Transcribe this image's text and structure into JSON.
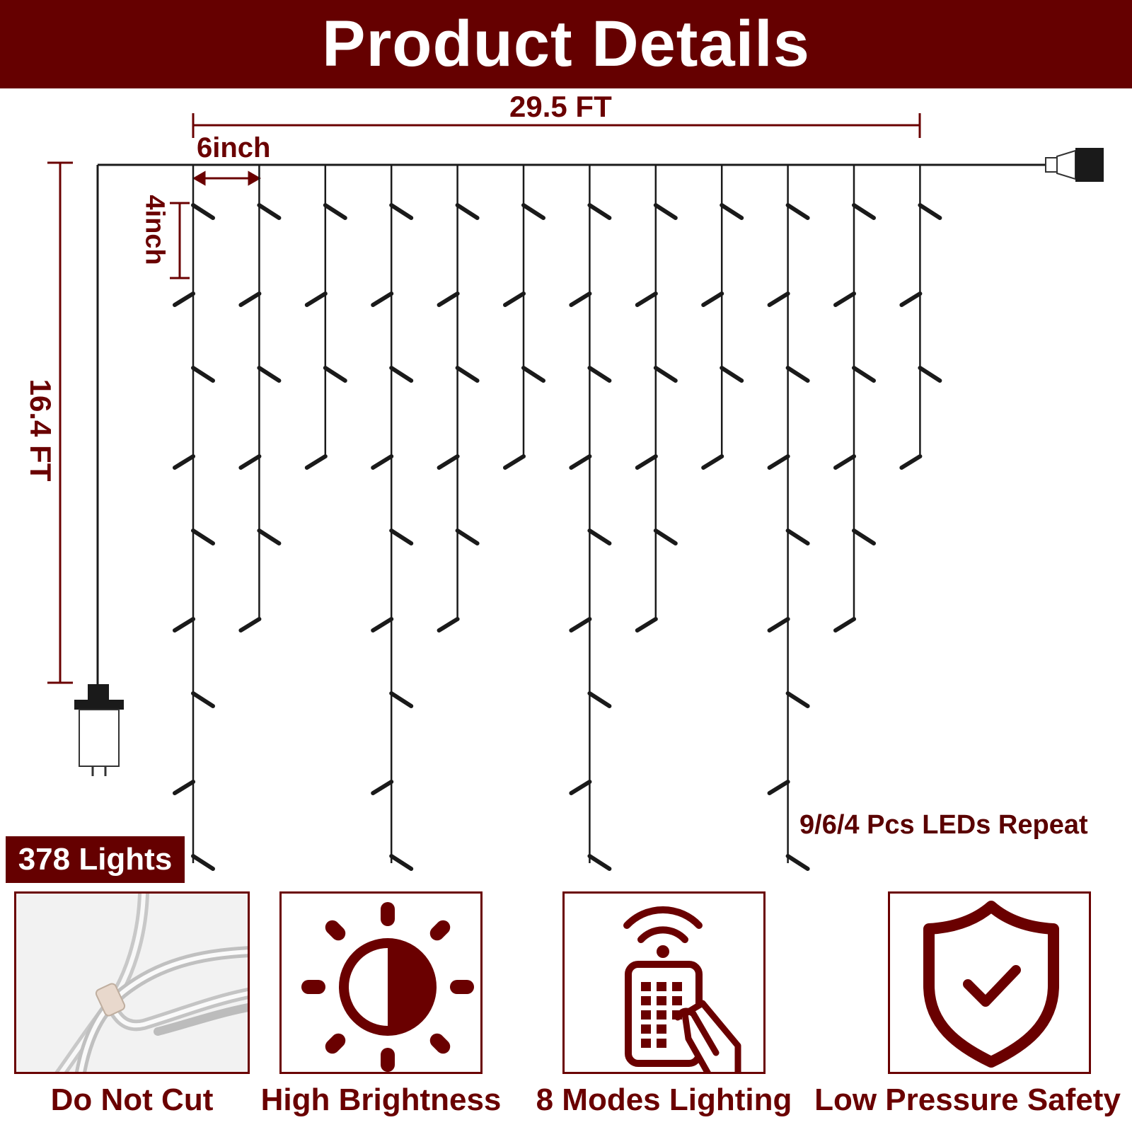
{
  "header": {
    "title": "Product Details"
  },
  "dimensions": {
    "width": "29.5 FT",
    "spacing": "6inch",
    "drop_spacing": "4inch",
    "height": "16.4 FT"
  },
  "note": "9/6/4 Pcs LEDs Repeat",
  "light_count": "378 Lights",
  "features": [
    {
      "label": "Do Not Cut",
      "icon": "clear-wire-photo"
    },
    {
      "label": "High Brightness",
      "icon": "sun-brightness-icon"
    },
    {
      "label": "8 Modes Lighting",
      "icon": "remote-control-icon"
    },
    {
      "label": "Low Pressure Safety",
      "icon": "shield-check-icon"
    }
  ],
  "colors": {
    "accent": "#650000",
    "wire": "#1a1a1a"
  }
}
